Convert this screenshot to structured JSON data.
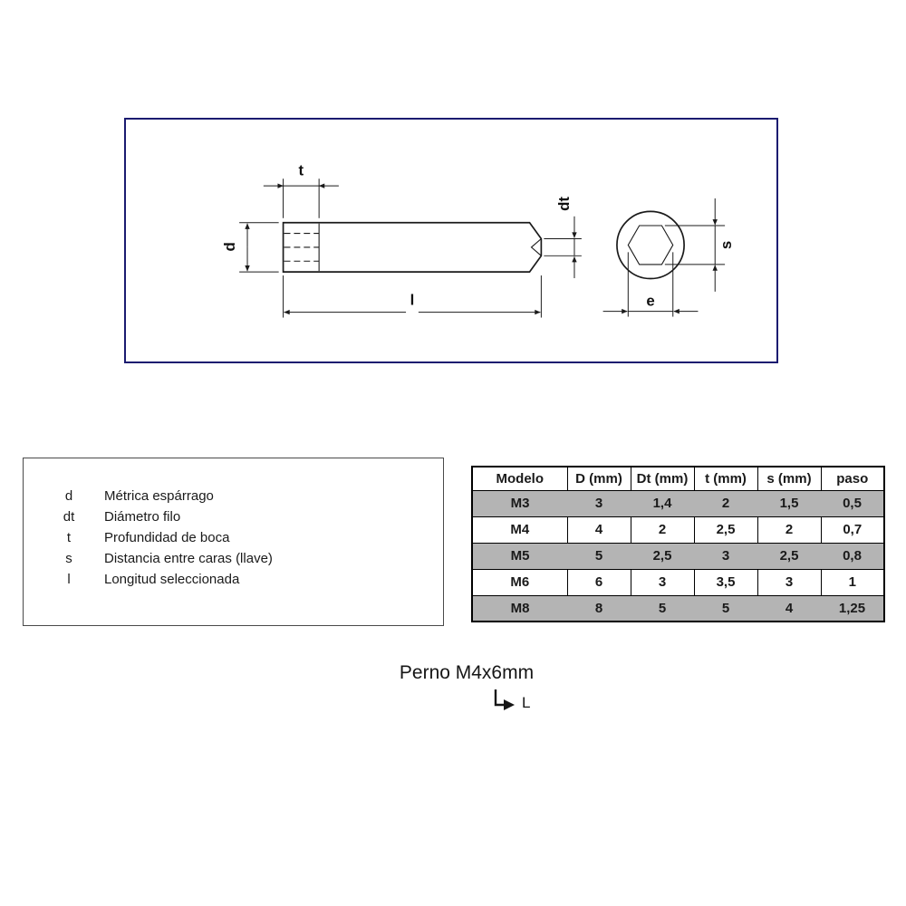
{
  "drawing": {
    "labels": {
      "t": "t",
      "d": "d",
      "dt": "dt",
      "l": "l",
      "s": "s",
      "e": "e"
    }
  },
  "legend": {
    "items": [
      {
        "symbol": "d",
        "description": "Métrica espárrago"
      },
      {
        "symbol": "dt",
        "description": "Diámetro filo"
      },
      {
        "symbol": "t",
        "description": "Profundidad de boca"
      },
      {
        "symbol": "s",
        "description": "Distancia entre caras (llave)"
      },
      {
        "symbol": "l",
        "description": "Longitud seleccionada"
      }
    ]
  },
  "table": {
    "headers": [
      "Modelo",
      "D (mm)",
      "Dt (mm)",
      "t (mm)",
      "s (mm)",
      "paso"
    ],
    "rows": [
      [
        "M3",
        "3",
        "1,4",
        "2",
        "1,5",
        "0,5"
      ],
      [
        "M4",
        "4",
        "2",
        "2,5",
        "2",
        "0,7"
      ],
      [
        "M5",
        "5",
        "2,5",
        "3",
        "2,5",
        "0,8"
      ],
      [
        "M6",
        "6",
        "3",
        "3,5",
        "3",
        "1"
      ],
      [
        "M8",
        "8",
        "5",
        "5",
        "4",
        "1,25"
      ]
    ]
  },
  "caption": {
    "title": "Perno M4x6mm",
    "arrow_label": "L"
  },
  "colors": {
    "line": "#1a1a1a",
    "row_shaded": "#b4b4b4",
    "frame_border": "#1b1b70"
  }
}
